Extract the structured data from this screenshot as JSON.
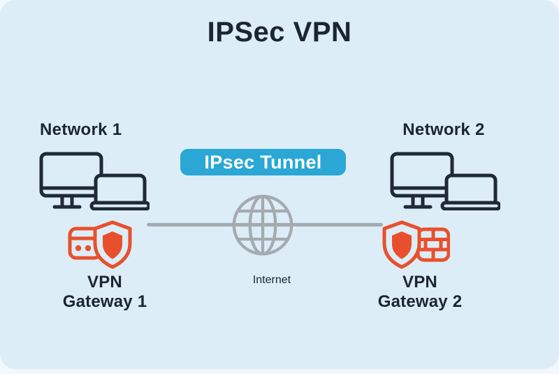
{
  "title": "IPSec VPN",
  "colors": {
    "card_background": "#dcedf7",
    "tunnel_blue": "#2aa7d4",
    "gateway_orange": "#e8502d",
    "device_outline": "#1f2937",
    "internet_gray": "#a4aab0",
    "text_dark": "#1c2533",
    "tunnel_text": "#ffffff"
  },
  "networks": {
    "network1": {
      "label": "Network 1"
    },
    "network2": {
      "label": "Network 2"
    }
  },
  "tunnel": {
    "label": "IPsec Tunnel"
  },
  "internet": {
    "label": "Internet"
  },
  "gateways": {
    "gateway1": {
      "line1": "VPN",
      "line2": "Gateway 1"
    },
    "gateway2": {
      "line1": "VPN",
      "line2": "Gateway 2"
    }
  },
  "icons": {
    "network_devices": "desktop-laptop-icon",
    "gateway1": "router-shield-icon",
    "gateway2": "firewall-shield-icon",
    "internet": "globe-icon"
  }
}
